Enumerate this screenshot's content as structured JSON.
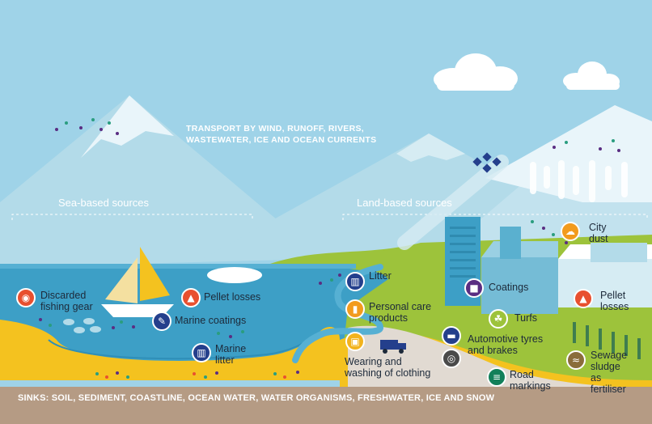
{
  "header": {
    "transport_line1": "TRANSPORT BY WIND, RUNOFF, RIVERS,",
    "transport_line2": "WASTEWATER, ICE AND OCEAN CURRENTS",
    "sea_sources": "Sea-based sources",
    "land_sources": "Land-based sources"
  },
  "sea_items": [
    {
      "id": "fishing",
      "line1": "Discarded",
      "line2": "fishing gear",
      "icon": "fish-icon",
      "color": "#e8502f"
    },
    {
      "id": "pellet-sea",
      "line1": "Pellet losses",
      "line2": "",
      "icon": "pellet-icon",
      "color": "#e8502f"
    },
    {
      "id": "marine-coatings",
      "line1": "Marine coatings",
      "line2": "",
      "icon": "paint-icon",
      "color": "#243f8c"
    },
    {
      "id": "marine-litter",
      "line1": "Marine",
      "line2": "litter",
      "icon": "trash-icon",
      "color": "#243f8c"
    }
  ],
  "land_items": [
    {
      "id": "litter",
      "line1": "Litter",
      "line2": "",
      "icon": "trash-icon",
      "color": "#243f8c"
    },
    {
      "id": "personal-care",
      "line1": "Personal care",
      "line2": "products",
      "icon": "bottle-icon",
      "color": "#f29b1d"
    },
    {
      "id": "clothing",
      "line1": "Wearing and",
      "line2": "washing of clothing",
      "icon": "shirt-icon",
      "color": "#f2b31d"
    },
    {
      "id": "coatings",
      "line1": "Coatings",
      "line2": "",
      "icon": "paint-roller-icon",
      "color": "#5a2d82"
    },
    {
      "id": "turfs",
      "line1": "Turfs",
      "line2": "",
      "icon": "grass-icon",
      "color": "#9dc33b"
    },
    {
      "id": "tyres",
      "line1": "Automotive tyres",
      "line2": "and brakes",
      "icon": "car-icon",
      "color": "#243f8c"
    },
    {
      "id": "road",
      "line1": "Road",
      "line2": "markings",
      "icon": "road-icon",
      "color": "#13805a"
    },
    {
      "id": "sewage",
      "line1": "Sewage",
      "line2": "sludge",
      "line3": "as",
      "line4": "fertiliser",
      "icon": "sludge-icon",
      "color": "#8a6d3b"
    },
    {
      "id": "city-dust",
      "line1": "City",
      "line2": "dust",
      "icon": "dust-icon",
      "color": "#f29b1d"
    },
    {
      "id": "pellet-land",
      "line1": "Pellet",
      "line2": "losses",
      "icon": "pellet-icon",
      "color": "#e8502f"
    }
  ],
  "footer": {
    "sinks": "SINKS: SOIL, SEDIMENT, COASTLINE, OCEAN WATER, WATER ORGANISMS, FRESHWATER, ICE AND SNOW"
  },
  "colors": {
    "sky": "#9fd3e8",
    "mountain": "#b3dbe9",
    "snow": "#e9f5fa",
    "sea": "#3d9fc6",
    "grass": "#9dc33b",
    "sand": "#f4c21f",
    "ground": "#b59b84"
  }
}
